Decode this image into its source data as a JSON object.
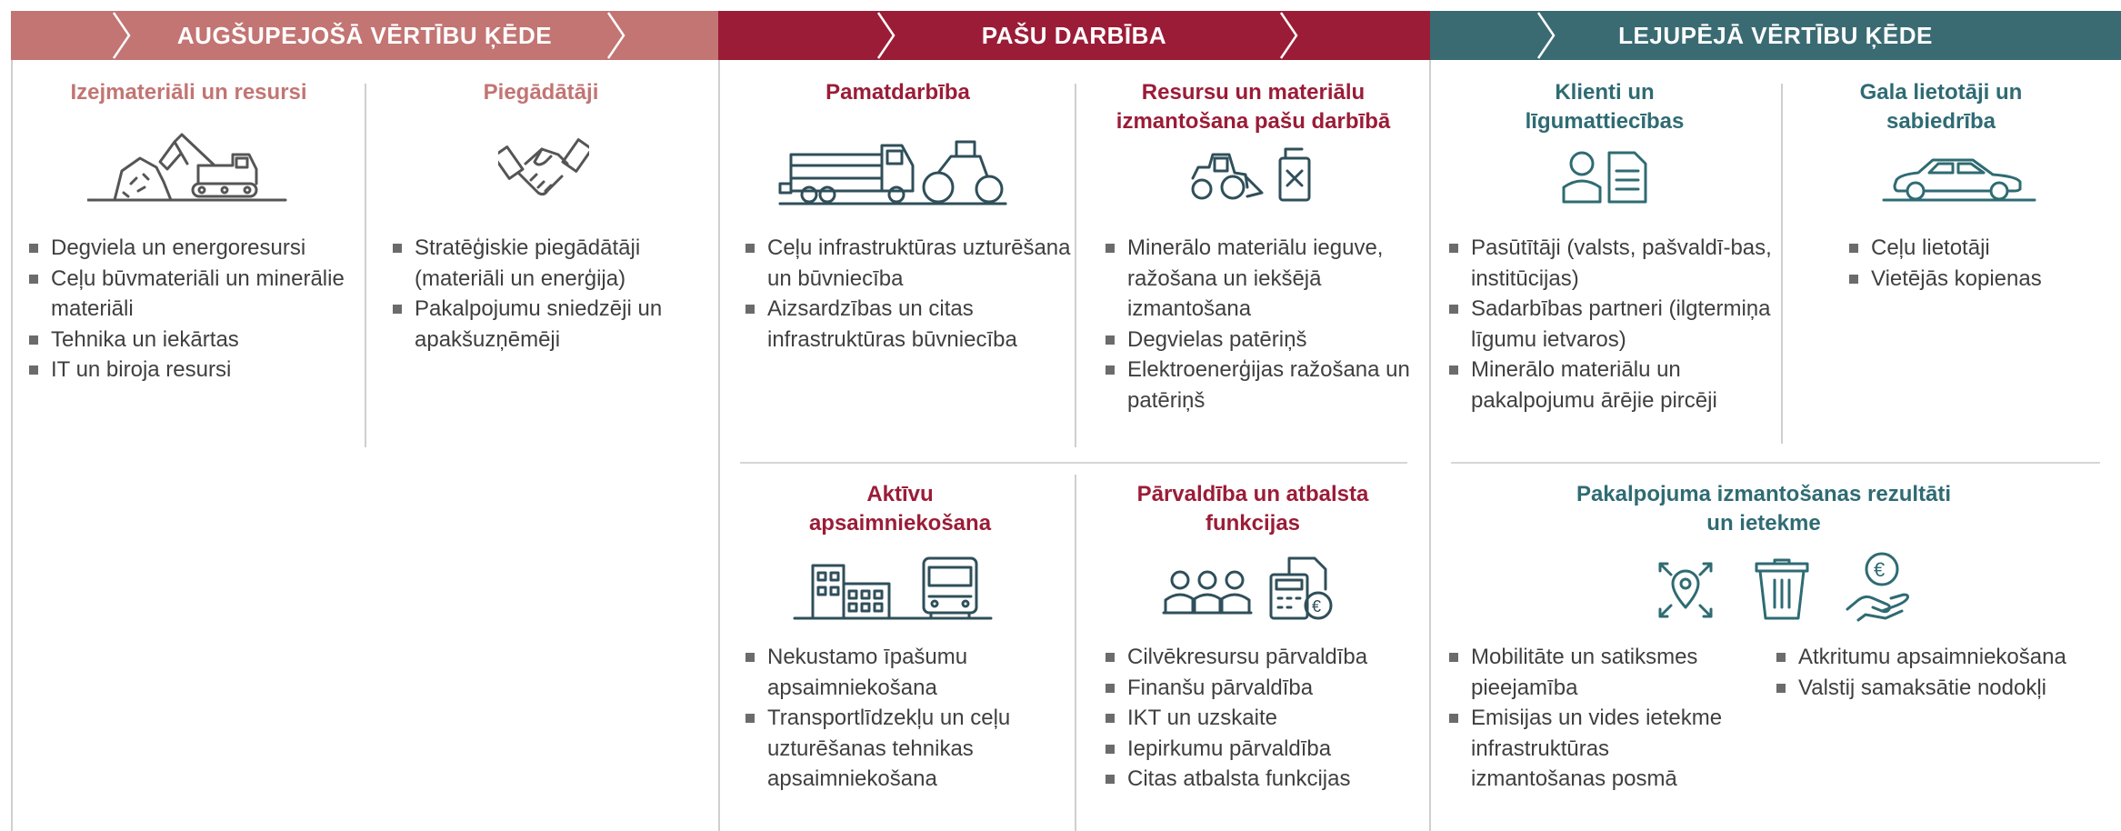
{
  "colors": {
    "upstream": "#c27573",
    "own": "#9b1c37",
    "downstream": "#2f6b73",
    "icon_up": "#555555",
    "icon_own": "#2f4f5a",
    "icon_down": "#2f6b73"
  },
  "bands": {
    "upstream": "AUGŠUPEJOŠĀ VĒRTĪBU ĶĒDE",
    "own": "PAŠU DARBĪBA",
    "downstream": "LEJUPĒJĀ VĒRTĪBU ĶĒDE"
  },
  "upstream": {
    "raw": {
      "title": "Izejmateriāli un resursi",
      "icon": "excavator-icon",
      "items": [
        "Degviela un energoresursi",
        "Ceļu būvmateriāli un minerālie materiāli",
        "Tehnika un iekārtas",
        "IT un biroja resursi"
      ]
    },
    "suppliers": {
      "title": "Piegādātāji",
      "icon": "handshake-icon",
      "items": [
        "Stratēģiskie piegādātāji (materiāli un enerģija)",
        "Pakalpojumu sniedzēji un apakšuzņēmēji"
      ]
    }
  },
  "own": {
    "core": {
      "title": "Pamatdarbība",
      "icon": "truck-roller-icon",
      "items": [
        "Ceļu infrastruktūras uzturēšana un būvniecība",
        "Aizsardzības un citas infrastruktūras būvniecība"
      ]
    },
    "resources": {
      "title": "Resursu un materiālu izmantošana pašu darbībā",
      "icon": "tractor-canister-icon",
      "items": [
        "Minerālo materiālu ieguve, ražošana un iekšējā izmantošana",
        "Degvielas patēriņš",
        "Elektroenerģijas ražošana un patēriņš"
      ]
    },
    "assets": {
      "title": "Aktīvu apsaimniekošana",
      "icon": "building-bus-icon",
      "items": [
        "Nekustamo īpašumu apsaimniekošana",
        "Transportlīdzekļu un ceļu uzturēšanas tehnikas apsaimniekošana"
      ]
    },
    "management": {
      "title": "Pārvaldība un atbalsta funkcijas",
      "icon": "people-calculator-icon",
      "items": [
        "Cilvēkresursu pārvaldība",
        "Finanšu pārvaldība",
        "IKT un uzskaite",
        "Iepirkumu pārvaldība",
        "Citas atbalsta funkcijas"
      ]
    }
  },
  "downstream": {
    "clients": {
      "title": "Klienti un līgumattiecības",
      "icon": "person-document-icon",
      "items": [
        "Pasūtītāji (valsts, pašvaldī-bas, institūcijas)",
        "Sadarbības partneri (ilgtermiņa līgumu ietvaros)",
        "Minerālo materiālu un pakalpojumu ārējie pircēji"
      ]
    },
    "endusers": {
      "title": "Gala lietotāji un sabiedrība",
      "icon": "car-icon",
      "items": [
        "Ceļu lietotāji",
        "Vietējās kopienas"
      ]
    },
    "results": {
      "title": "Pakalpojuma izmantošanas rezultāti un ietekme",
      "icons": [
        "location-pin-icon",
        "trash-bin-icon",
        "euro-hand-icon"
      ],
      "items_left": [
        "Mobilitāte un satiksmes pieejamība",
        "Emisijas un vides ietekme infrastruktūras izmantošanas posmā"
      ],
      "items_right": [
        "Atkritumu apsaimniekošana",
        "Valstij samaksātie nodokļi"
      ]
    }
  }
}
